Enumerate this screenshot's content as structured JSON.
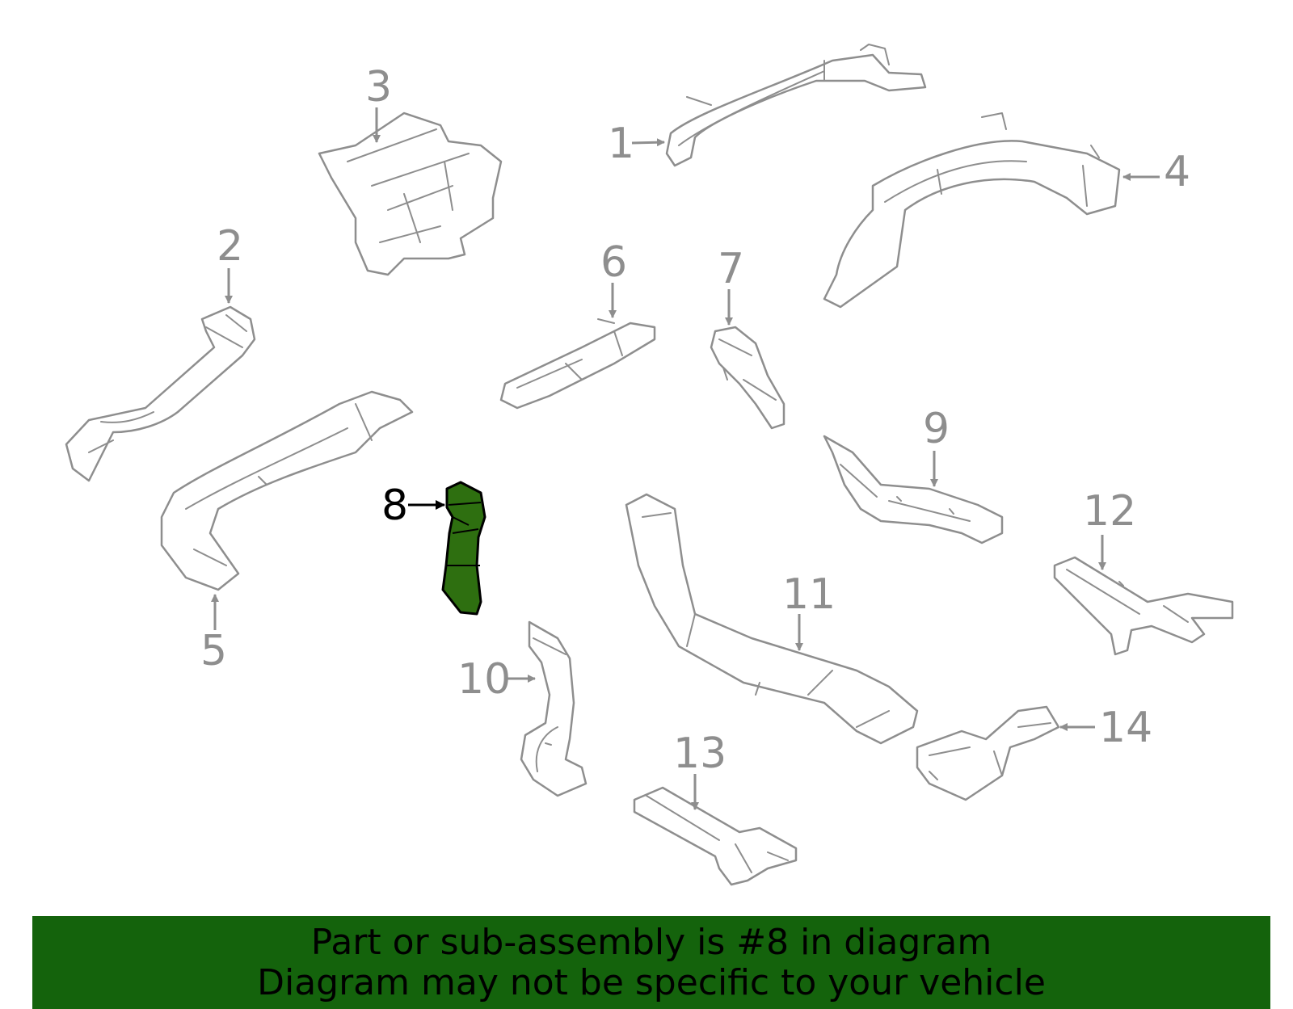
{
  "diagram": {
    "highlight_color": "#2e6f10",
    "highlighted_part": "8",
    "callouts": {
      "c1": "1",
      "c2": "2",
      "c3": "3",
      "c4": "4",
      "c5": "5",
      "c6": "6",
      "c7": "7",
      "c8": "8",
      "c9": "9",
      "c10": "10",
      "c11": "11",
      "c12": "12",
      "c13": "13",
      "c14": "14"
    }
  },
  "banner": {
    "background": "#14630c",
    "line1": "Part or sub-assembly is #8 in diagram",
    "line2": "Diagram may not be specific to your vehicle"
  }
}
